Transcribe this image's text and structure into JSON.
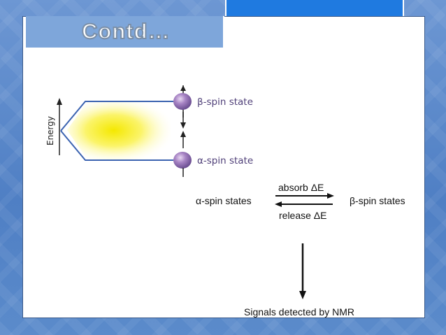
{
  "slide": {
    "title": "Contd…"
  },
  "energy_diagram": {
    "axis_label": "Energy",
    "beta_label": "β-spin state",
    "alpha_label": "α-spin state"
  },
  "transition": {
    "left_state": "α-spin states",
    "right_state": "β-spin states",
    "absorb_label": "absorb ΔE",
    "release_label": "release ΔE",
    "result_label": "Signals detected by NMR"
  },
  "colors": {
    "line_blue": "#3b63b0",
    "sphere": "#9b78b8",
    "glow": "#fff000"
  }
}
